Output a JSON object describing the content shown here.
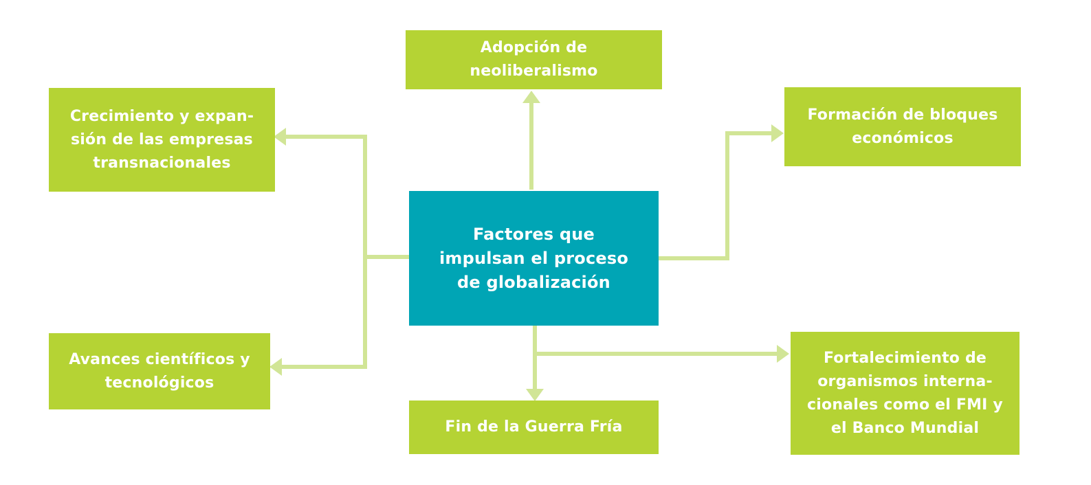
{
  "diagram": {
    "colors": {
      "center": "#00a5b5",
      "node": "#b5d334",
      "connector": "#d1e596",
      "text": "#ffffff"
    },
    "center": {
      "label": "Factores que\nimpulsan el proceso\nde globalización"
    },
    "nodes": {
      "neoliberalismo": "Adopción de\nneoliberalismo",
      "transnacionales": "Crecimiento y expan-\nsión de las empresas\ntransnacionales",
      "bloques": "Formación de bloques\neconómicos",
      "avances": "Avances científicos y\ntecnológicos",
      "guerra_fria": "Fin de la Guerra Fría",
      "organismos": "Fortalecimiento de\norganismos interna-\ncionales como el FMI y\nel Banco Mundial"
    }
  }
}
